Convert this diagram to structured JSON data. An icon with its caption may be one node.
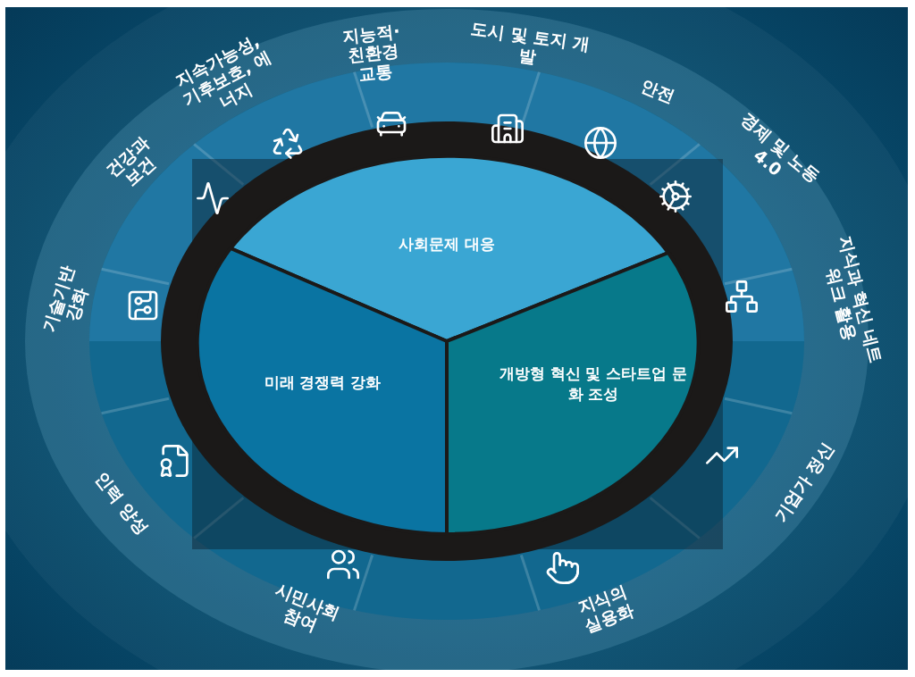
{
  "diagram": {
    "nodes": [
      {
        "text": [
          "사회문제 대응"
        ]
      },
      {
        "text": [
          "미래 경쟁력 강화"
        ]
      },
      {
        "text": [
          "개방형 혁신 및 스타트업 문화 조성"
        ]
      }
    ],
    "labels": [
      "지속가능성, 기후보호, 에너지",
      "지능적· 친환경 교통",
      "도시 및 토지 개발",
      "안전",
      "건강과 보건",
      "경제 및 노동 4.0",
      "기술기반 강화",
      "지식과 혁신 네트워크 활용",
      "인력 양성",
      "기업가 정신",
      "시민사회 참여",
      "지식의 실용화"
    ]
  }
}
